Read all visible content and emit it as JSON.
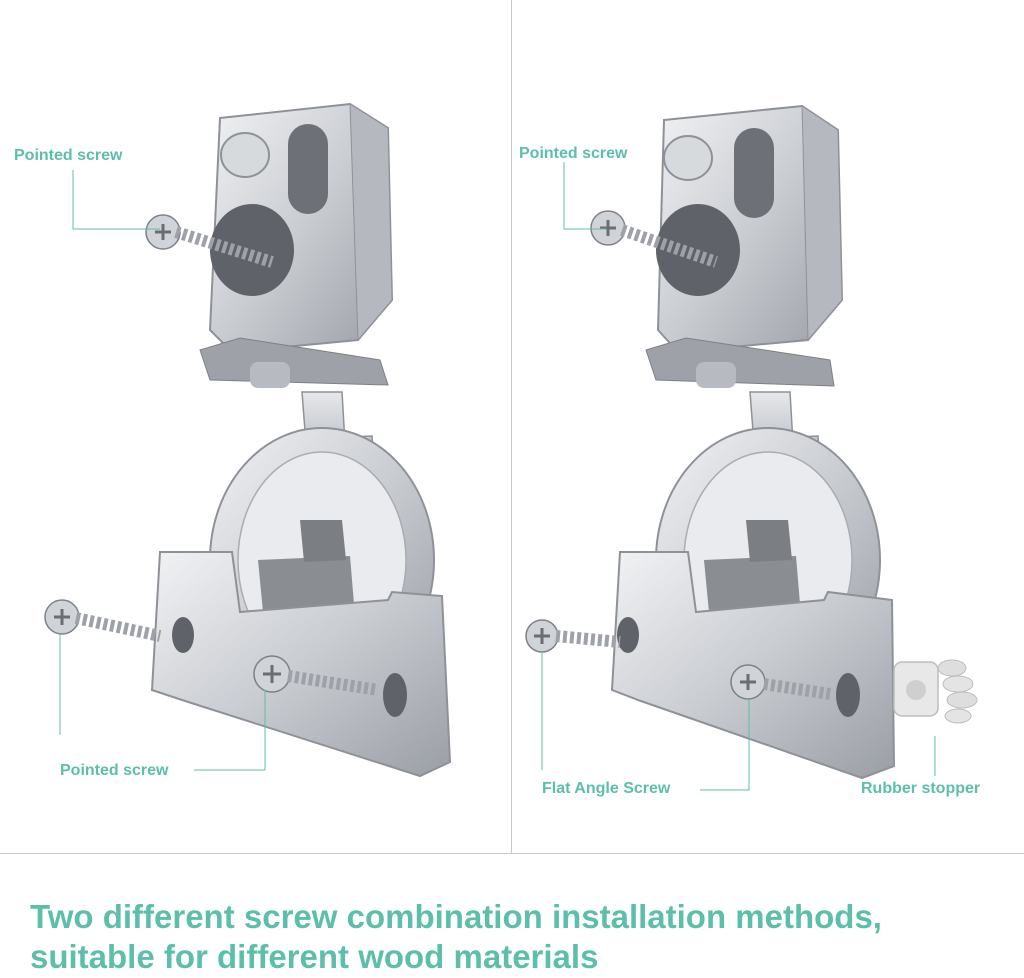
{
  "panels": [
    {
      "callouts": [
        {
          "label": "Pointed screw"
        },
        {
          "label": "Pointed screw"
        }
      ]
    },
    {
      "callouts": [
        {
          "label": "Pointed screw"
        },
        {
          "label": "Flat Angle Screw"
        },
        {
          "label": "Rubber stopper"
        }
      ]
    }
  ],
  "caption": {
    "line1": "Two different screw combination installation methods,",
    "line2": "suitable for different wood materials"
  },
  "colors": {
    "accent": "#5bbfa9",
    "metal": "#c9ccd1",
    "plastic": "#8a8d92",
    "divider": "#c9c9c9"
  },
  "icons": [
    "hinge-illustration",
    "screw-icon",
    "rubber-stopper-icon"
  ]
}
